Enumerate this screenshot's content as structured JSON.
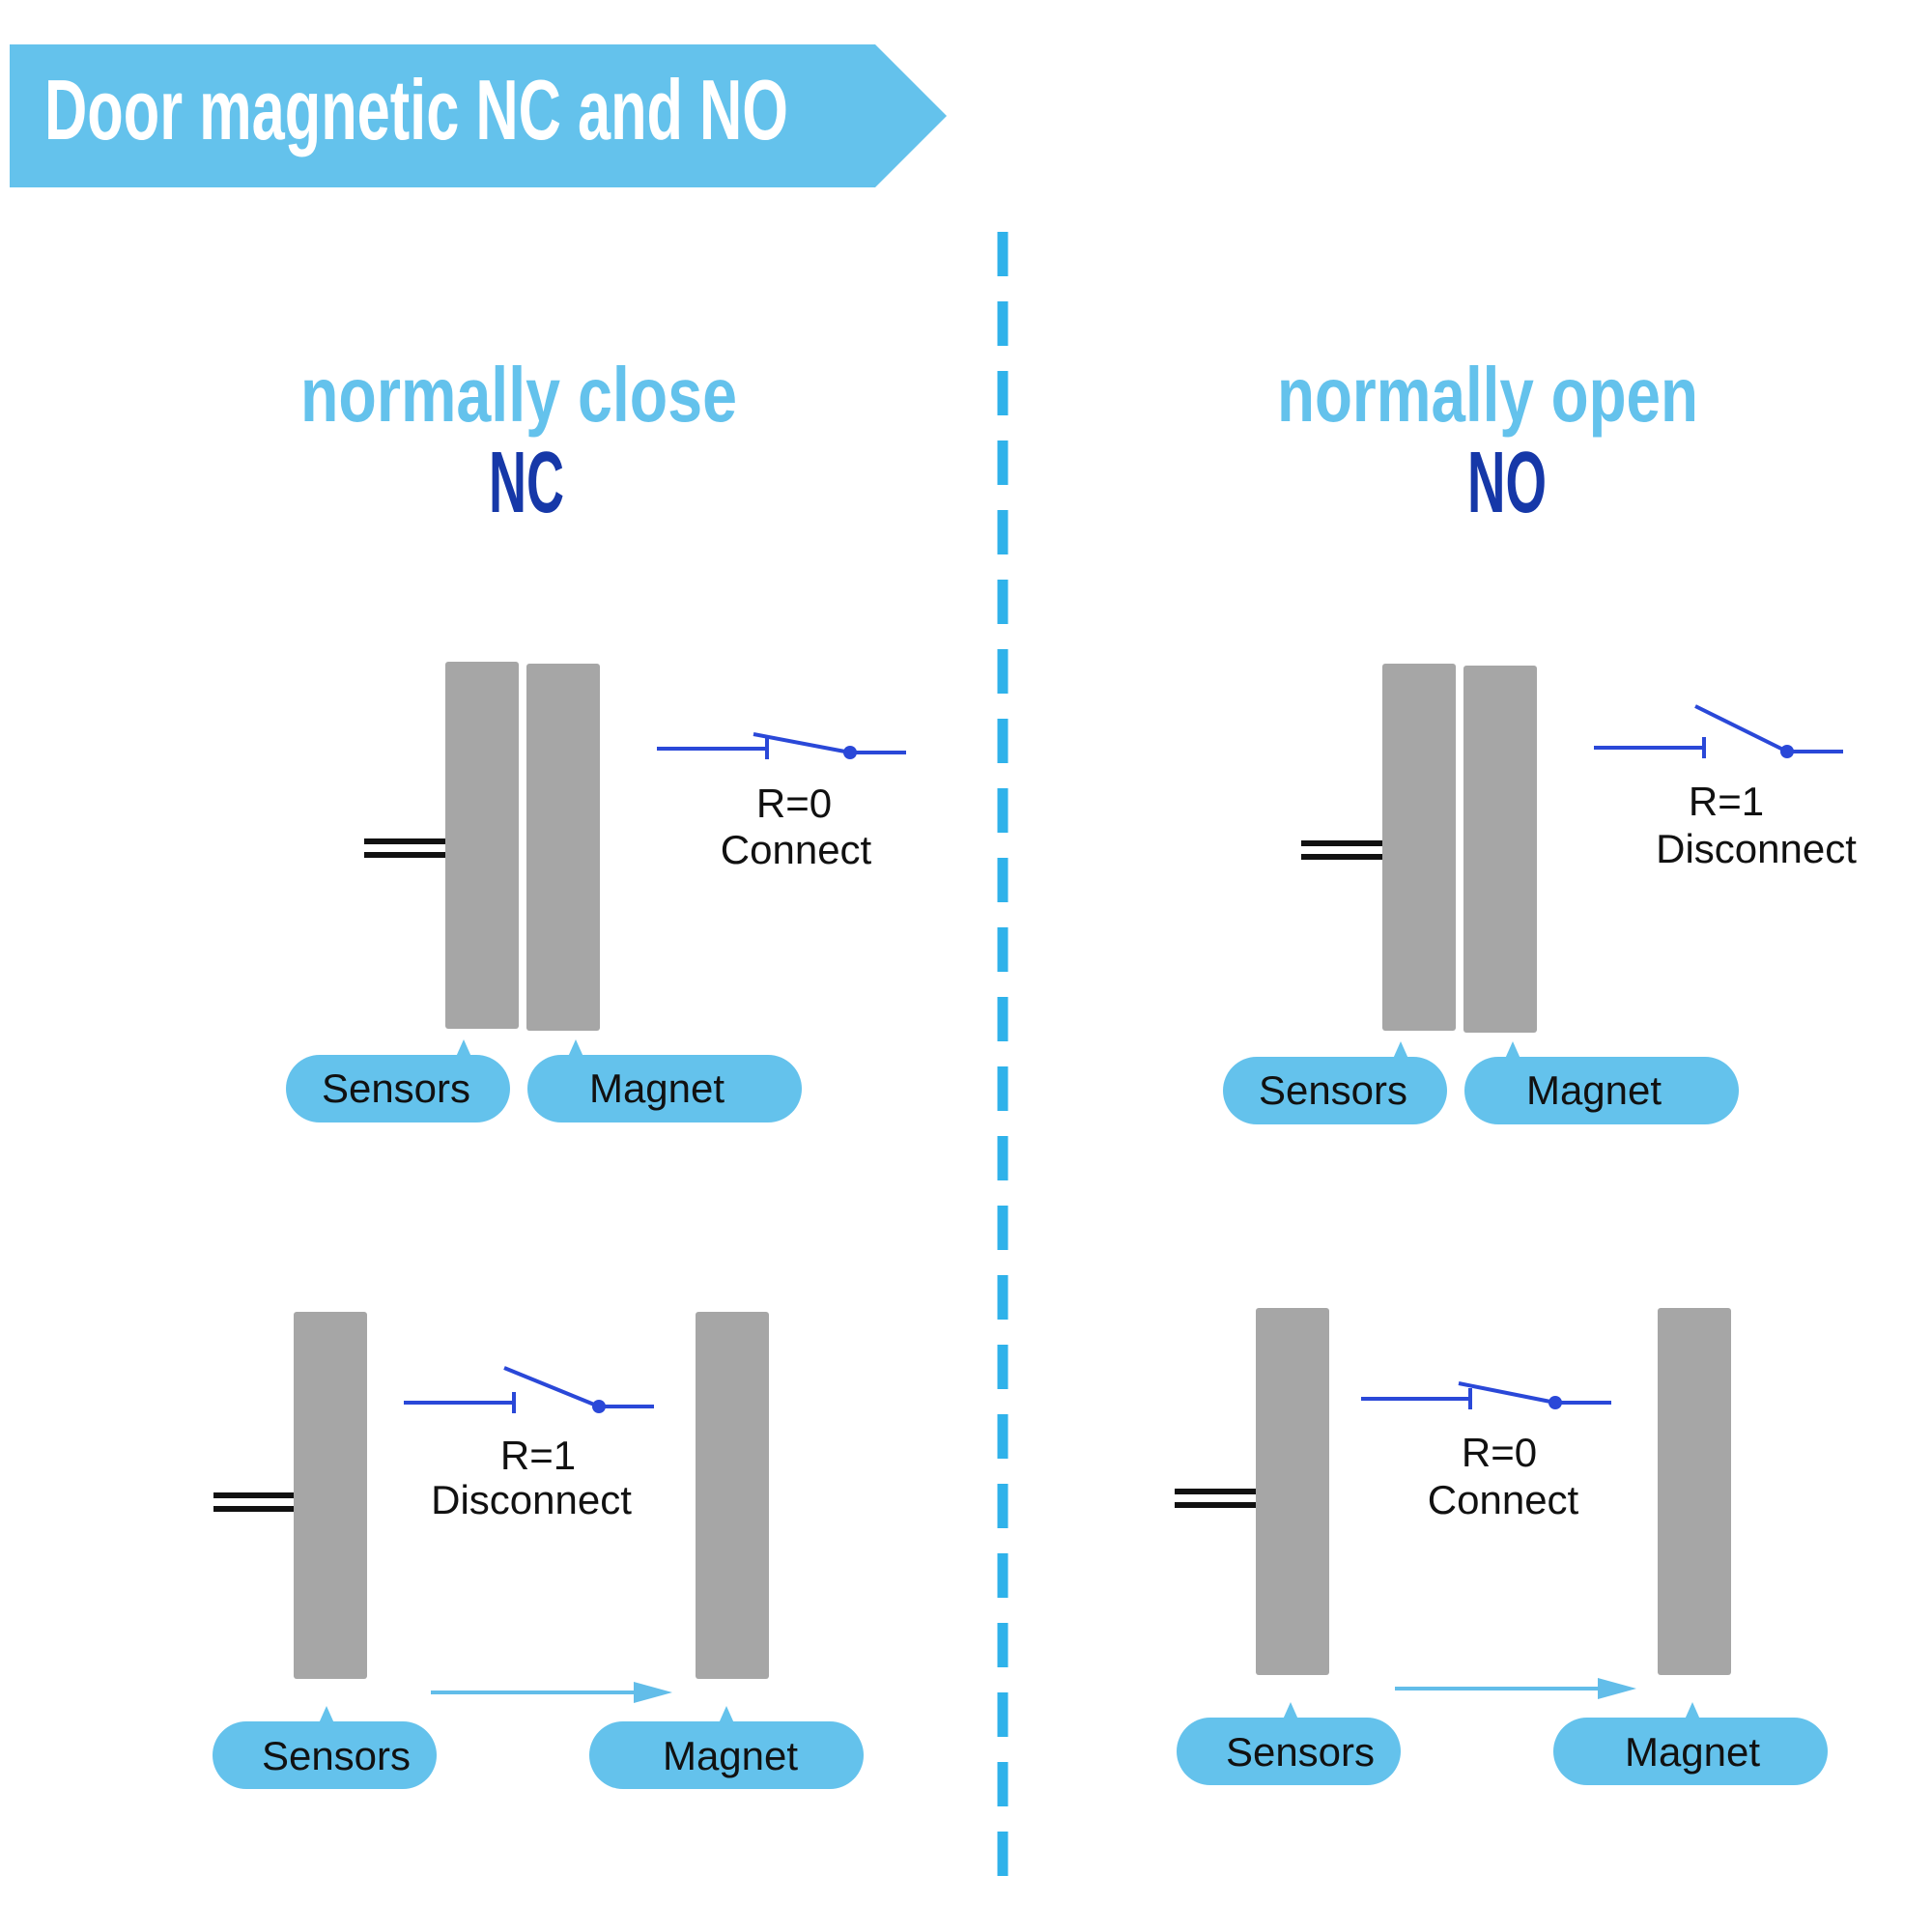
{
  "banner": {
    "title": "Door magnetic NC and NO"
  },
  "colors": {
    "accent": "#64c2ec",
    "dark_blue": "#1638a8",
    "switch_blue": "#2a48d8",
    "bar_gray": "#a6a6a6",
    "arrow_blue": "#62bde9"
  },
  "sections": [
    {
      "heading": "normally close",
      "code": "NC",
      "closed_state": {
        "r_label": "R=0",
        "status": "Connect",
        "switch": "closed"
      },
      "open_state": {
        "r_label": "R=1",
        "status": "Disconnect",
        "switch": "open"
      }
    },
    {
      "heading": "normally open",
      "code": "NO",
      "closed_state": {
        "r_label": "R=1",
        "status": "Disconnect",
        "switch": "open"
      },
      "open_state": {
        "r_label": "R=0",
        "status": "Connect",
        "switch": "closed"
      }
    }
  ],
  "labels": {
    "sensor": "Sensors",
    "magnet": "Magnet"
  },
  "icons": [
    "switch-icon",
    "wire-icon",
    "arrow-icon"
  ]
}
